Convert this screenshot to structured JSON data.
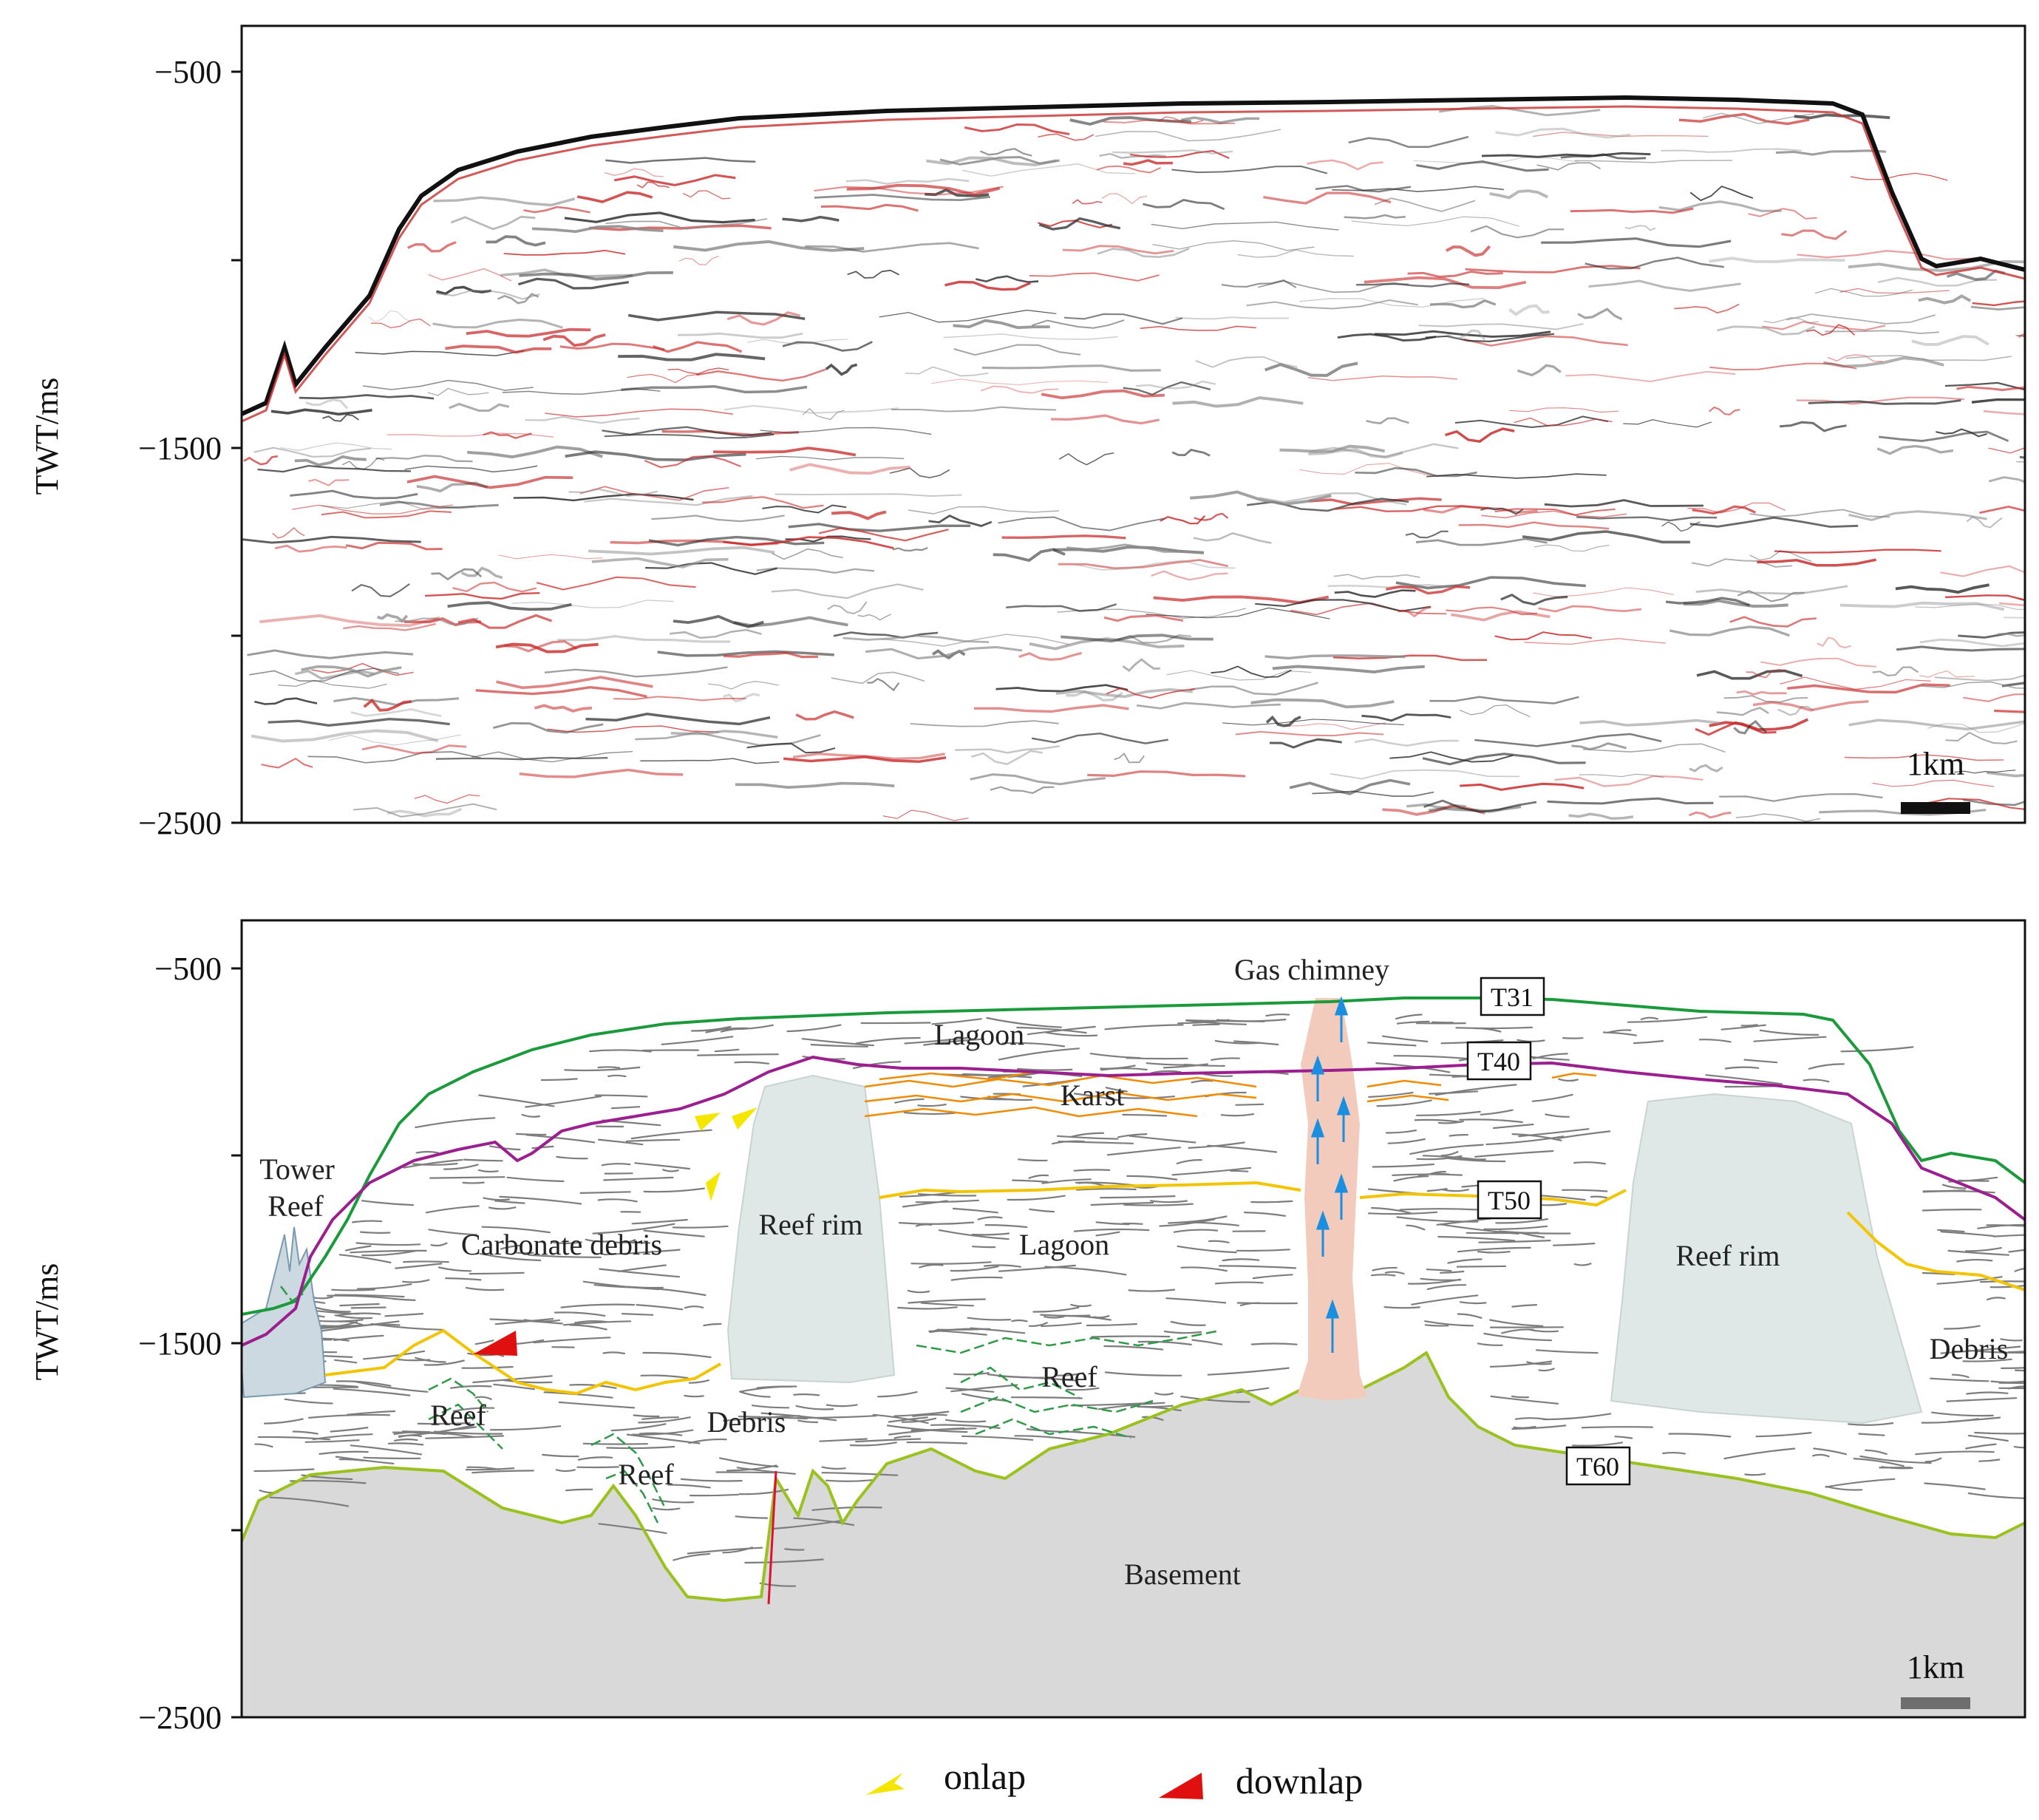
{
  "figure": {
    "top_panel": {
      "y_axis_label": "TWT/ms",
      "ticks": [
        "−500",
        "−1500",
        "−2500"
      ],
      "scale_bar": "1km"
    },
    "bottom_panel": {
      "y_axis_label": "TWT/ms",
      "ticks": [
        "−500",
        "−1500",
        "−2500"
      ],
      "scale_bar": "1km",
      "horizons": [
        "T31",
        "T40",
        "T50",
        "T60"
      ],
      "labels": {
        "gas_chimney": "Gas chimney",
        "lagoon_upper": "Lagoon",
        "karst": "Karst",
        "tower": "Tower",
        "reef_tower": "Reef",
        "carbonate_debris": "Carbonate debris",
        "reef_rim_left": "Reef rim",
        "lagoon_lower": "Lagoon",
        "reef_rim_right": "Reef rim",
        "debris_right": "Debris",
        "reef_left": "Reef",
        "debris_mid": "Debris",
        "reef_lower": "Reef",
        "reef_center": "Reef",
        "basement": "Basement"
      }
    },
    "legend": {
      "onlap": "onlap",
      "downlap": "downlap"
    },
    "colors": {
      "seafloor": "#1a9a3a",
      "t40": "#9b1f8f",
      "t50": "#f2c500",
      "t60": "#9ac21e",
      "karst": "#f08a00",
      "reef_fill": "#dfe8e6",
      "chimney_fill": "#f3cbbd",
      "basement_fill": "#d9d9d9",
      "arrow_blue": "#1a8fe0",
      "onlap": "#f5e600",
      "downlap": "#e01010",
      "fault": "#e01030"
    }
  }
}
